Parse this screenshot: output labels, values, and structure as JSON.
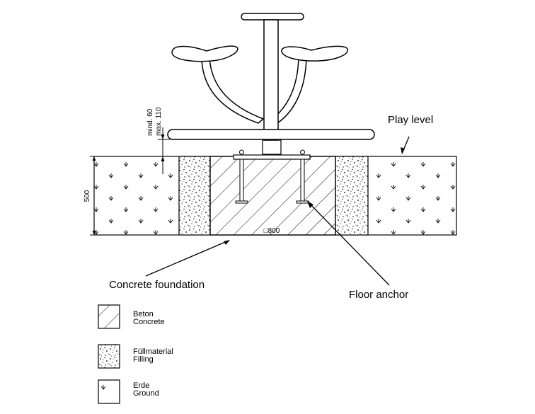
{
  "labels": {
    "play_level": "Play level",
    "concrete_foundation": "Concrete foundation",
    "floor_anchor": "Floor anchor",
    "foundation_size": "□800"
  },
  "dimensions": {
    "depth": "500",
    "height_min": "mind. 60",
    "height_max": "max. 110"
  },
  "legend": [
    {
      "line1": "Beton",
      "line2": "Concrete"
    },
    {
      "line1": "Füllmaterial",
      "line2": "Filling"
    },
    {
      "line1": "Erde",
      "line2": "Ground"
    }
  ],
  "colors": {
    "line": "#000000",
    "background": "#ffffff"
  }
}
